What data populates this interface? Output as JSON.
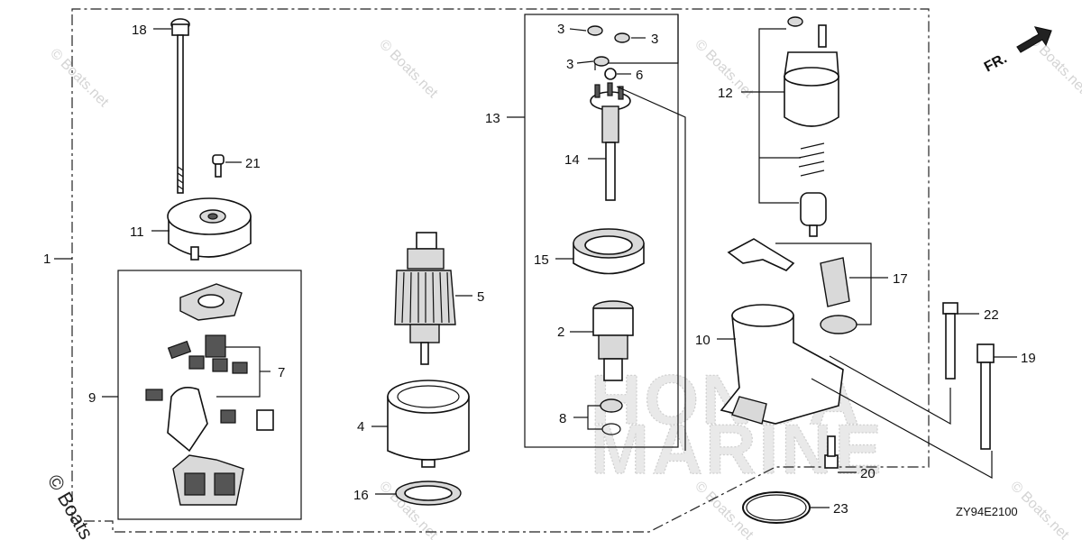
{
  "watermark": "© Boats.net",
  "corner_watermark": "© Boats",
  "brand_watermark_top": "HONDA",
  "brand_watermark_bottom": "MARINE",
  "diagram_code": "ZY94E2100",
  "direction_label": "FR.",
  "callouts": {
    "c1": "1",
    "c2": "2",
    "c3a": "3",
    "c3b": "3",
    "c3c": "3",
    "c4": "4",
    "c5": "5",
    "c6": "6",
    "c7": "7",
    "c8": "8",
    "c9": "9",
    "c10": "10",
    "c11": "11",
    "c12": "12",
    "c13": "13",
    "c14": "14",
    "c15": "15",
    "c16": "16",
    "c17": "17",
    "c18": "18",
    "c19": "19",
    "c20": "20",
    "c21": "21",
    "c22": "22",
    "c23": "23"
  }
}
